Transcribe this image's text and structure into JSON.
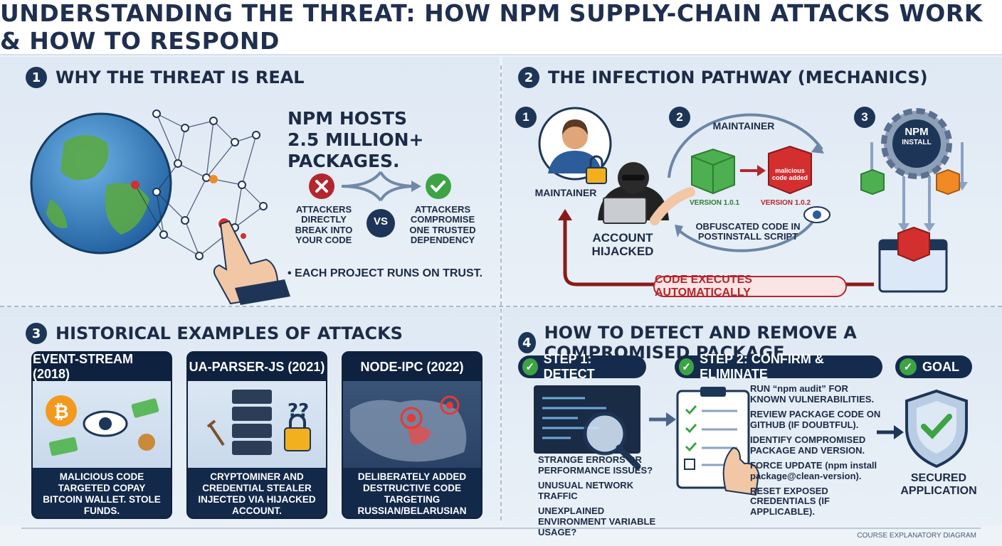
{
  "title": "UNDERSTANDING THE THREAT: HOW NPM SUPPLY-CHAIN ATTACKS WORK & HOW TO RESPOND",
  "s1": {
    "num": "1",
    "heading": "WHY THE THREAT IS REAL",
    "stat_line1": "NPM HOSTS",
    "stat_line2": "2.5 MILLION+ PACKAGES.",
    "left_label": "ATTACKERS DIRECTLY BREAK INTO YOUR CODE",
    "vs": "VS",
    "right_label": "ATTACKERS COMPROMISE ONE TRUSTED DEPENDENCY",
    "trust": "• EACH PROJECT RUNS ON TRUST."
  },
  "s2": {
    "num": "2",
    "heading": "THE INFECTION PATHWAY (MECHANICS)",
    "step1": "1",
    "step2": "2",
    "step3": "3",
    "maintainer": "MAINTAINER",
    "maintainer_top": "MAINTAINER",
    "account_hijacked": "ACCOUNT HIJACKED",
    "version_good": "VERSION 1.0.1",
    "version_bad": "VERSION 1.0.2",
    "malicious_tag": "malicious code added",
    "obfuscated": "OBFUSCATED CODE IN POSTINSTALL SCRIPT",
    "npm_install_1": "NPM",
    "npm_install_2": "INSTALL",
    "executes": "CODE EXECUTES AUTOMATICALLY"
  },
  "s3": {
    "num": "3",
    "heading": "HISTORICAL EXAMPLES OF ATTACKS",
    "cards": [
      {
        "title": "EVENT-STREAM (2018)",
        "desc": "MALICIOUS CODE TARGETED COPAY BITCOIN WALLET. STOLE FUNDS."
      },
      {
        "title": "UA-PARSER-JS (2021)",
        "desc": "CRYPTOMINER AND CREDENTIAL STEALER INJECTED VIA HIJACKED ACCOUNT."
      },
      {
        "title": "NODE-IPC (2022)",
        "desc": "MAINTAINER DELIBERATELY ADDED DESTRUCTIVE CODE TARGETING RUSSIAN/BELARUSIAN IPS."
      }
    ]
  },
  "s4": {
    "num": "4",
    "heading": "HOW TO DETECT AND REMOVE A COMPROMISED PACKAGE",
    "step1": "STEP 1: DETECT",
    "step2": "STEP 2: CONFIRM & ELIMINATE",
    "goal": "GOAL",
    "detect_items": [
      "STRANGE ERRORS OR PERFORMANCE ISSUES?",
      "UNUSUAL NETWORK TRAFFIC",
      "UNEXPLAINED ENVIRONMENT VARIABLE USAGE?"
    ],
    "confirm_items": [
      "RUN “npm audit” FOR KNOWN VULNERABILITIES.",
      "REVIEW PACKAGE CODE ON GITHUB (IF DOUBTFUL).",
      "IDENTIFY COMPROMISED PACKAGE AND VERSION.",
      "FORCE UPDATE (npm install package@clean-version).",
      "RESET EXPOSED CREDENTIALS (IF APPLICABLE)."
    ],
    "secured": "SECURED APPLICATION"
  },
  "footer": "COURSE EXPLANATORY DIAGRAM",
  "colors": {
    "navy": "#1d3557",
    "red": "#b3262e",
    "green": "#3da345",
    "box_green": "#4caf50",
    "box_red": "#d32f2f",
    "orange": "#f08a24"
  }
}
